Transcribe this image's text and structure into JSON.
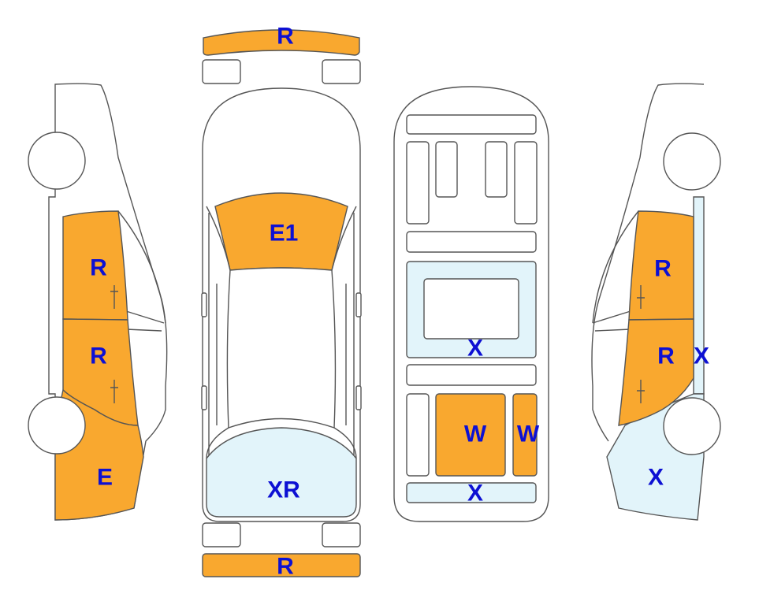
{
  "colors": {
    "damage": "#F9A82F",
    "light": "#E2F4FA",
    "label": "#0D10D3",
    "outline": "#555555"
  },
  "labels": {
    "front_bumper": "R",
    "rear_bumper": "R",
    "hood": "E1",
    "trunk": "XR",
    "roof": "X",
    "floor_left": "W",
    "floor_right": "W",
    "floor_rear": "X",
    "left_front_door": "R",
    "left_rear_door": "R",
    "left_rear_quarter": "E",
    "right_front_door": "R",
    "right_rear_door": "R",
    "right_rocker": "X",
    "right_rear_quarter": "X"
  }
}
